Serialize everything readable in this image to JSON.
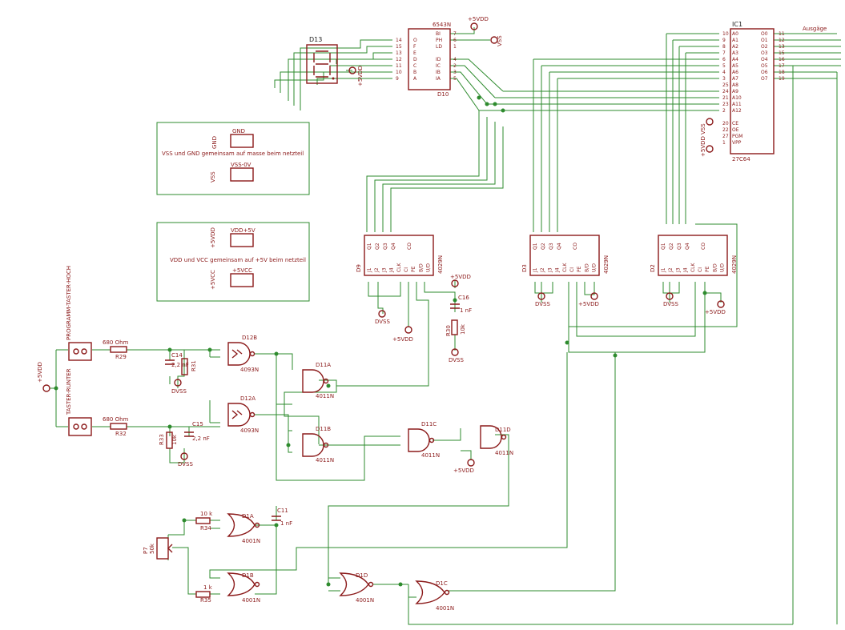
{
  "colors": {
    "wire": "#2e8b2e",
    "part": "#8b1a1a",
    "text": "#8b1a1a",
    "background": "#ffffff"
  },
  "labels": {
    "outputs": "Ausgäge",
    "ic1": "IC1",
    "ic1_type": "27C64",
    "d10_type": "6543N",
    "d10": "D10",
    "d13": "D13",
    "d9": "D9",
    "d3": "D3",
    "d2": "D2",
    "counter_type": "4029N",
    "vdd5": "+5VDD",
    "vss": "VSS",
    "dvss": "DVSS",
    "gnd": "GND",
    "vss_0v": "VSS-0V",
    "vdd_5v": "VDD+5V",
    "vcc5": "+5VCC",
    "note_gnd": "VSS und GND gemeinsam auf masse beim netzteil",
    "note_vdd": "VDD und VCC gemeinsam auf +5V beim netzteil",
    "program_up": "PROGRAMM-TASTER-HOCH",
    "program_down": "TASTER-RUNTER",
    "r29": "R29",
    "r29_val": "680 Ohm",
    "r32": "R32",
    "r32_val": "680 Ohm",
    "r31": "R31",
    "c14": "C14",
    "c14_val": "2,2 nF",
    "c15": "C15",
    "c15_val": "2,2 nF",
    "r33": "R33",
    "r33_val": "10k",
    "c16": "C16",
    "c16_val": "1 nF",
    "r30": "R30",
    "r30_val": "10k",
    "c11": "C11",
    "c11_val": "1 nF",
    "r34": "R34",
    "r34_val": "10 k",
    "r35": "R35",
    "r35_val": "1 k",
    "p7": "P7",
    "p7_val": "50k",
    "g4093": "4093N",
    "g4011": "4011N",
    "g4001": "4001N",
    "d12a": "D12A",
    "d12b": "D12B",
    "d11a": "D11A",
    "d11b": "D11B",
    "d11c": "D11C",
    "d11d": "D11D",
    "d1a": "D1A",
    "d1b": "D1B",
    "d1c": "D1C",
    "d1d": "D1D"
  },
  "ic1_pins_left": [
    "A0",
    "A1",
    "A2",
    "A3",
    "A4",
    "A5",
    "A6",
    "A7",
    "A8",
    "A9",
    "A10",
    "A11",
    "A12",
    "",
    "CE",
    "OE",
    "PGM",
    "VPP"
  ],
  "ic1_pins_right": [
    "O0",
    "O1",
    "O2",
    "O3",
    "O4",
    "O5",
    "O6",
    "O7"
  ],
  "ic1_nums_left": [
    "10",
    "9",
    "8",
    "7",
    "6",
    "5",
    "4",
    "3",
    "25",
    "24",
    "21",
    "23",
    "2",
    "",
    "20",
    "22",
    "27",
    "1"
  ],
  "ic1_nums_right": [
    "11",
    "12",
    "13",
    "15",
    "16",
    "17",
    "18",
    "19"
  ],
  "d10_pins_left": [
    "O",
    "F",
    "E",
    "D",
    "C",
    "B",
    "A"
  ],
  "d10_pins_right": [
    "BI",
    "PH",
    "LD",
    "ID",
    "IC",
    "IB",
    "IA"
  ],
  "d10_nums_left": [
    "14",
    "15",
    "13",
    "12",
    "11",
    "10",
    "9"
  ],
  "d10_nums_right": [
    "7",
    "6",
    "1",
    "4",
    "2",
    "3",
    "5"
  ],
  "counter_pins_top": [
    "Q1",
    "Q2",
    "Q3",
    "Q4",
    "CO"
  ],
  "counter_pins_bottom": [
    "J1",
    "J2",
    "J3",
    "J4",
    "CLK",
    "CI",
    "PE",
    "B/D",
    "U/D"
  ]
}
